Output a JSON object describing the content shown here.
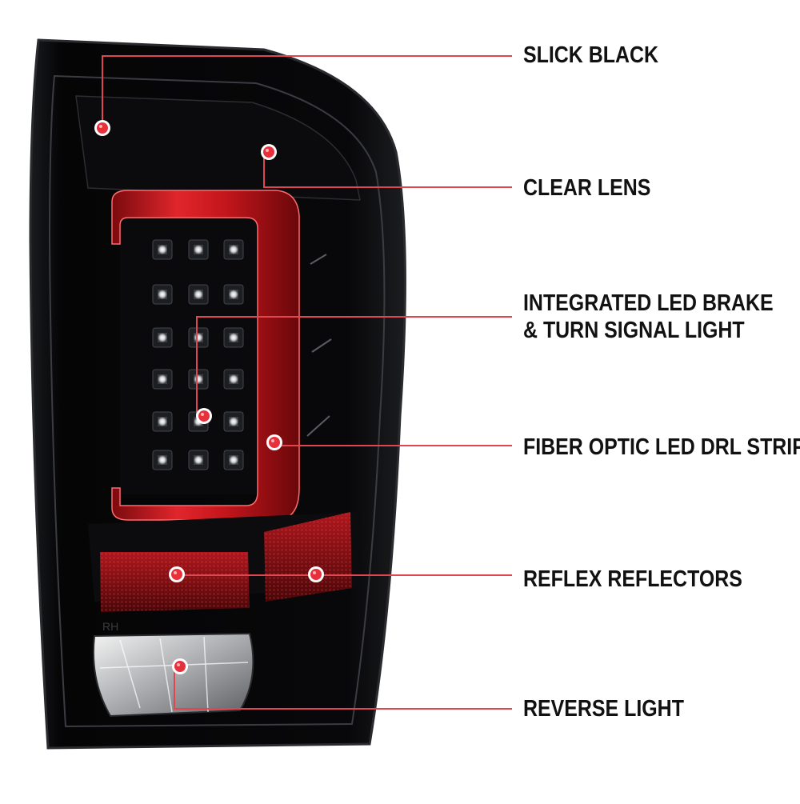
{
  "callouts": {
    "slick_black": "SLICK BLACK",
    "clear_lens": "CLEAR LENS",
    "integrated_led_line1": "INTEGRATED LED BRAKE",
    "integrated_led_line2": "& TURN SIGNAL LIGHT",
    "fiber_optic": "FIBER OPTIC LED DRL STRIP",
    "reflex_reflectors": "REFLEX REFLECTORS",
    "reverse_light": "REVERSE LIGHT"
  },
  "lens_markings": {
    "side_mark": "RH"
  },
  "colors": {
    "callout_line": "#e0464f",
    "callout_dot": "#e8303a",
    "housing": "#050506",
    "drl_red": "#c4161c",
    "reflector_red": "#8a1014"
  }
}
